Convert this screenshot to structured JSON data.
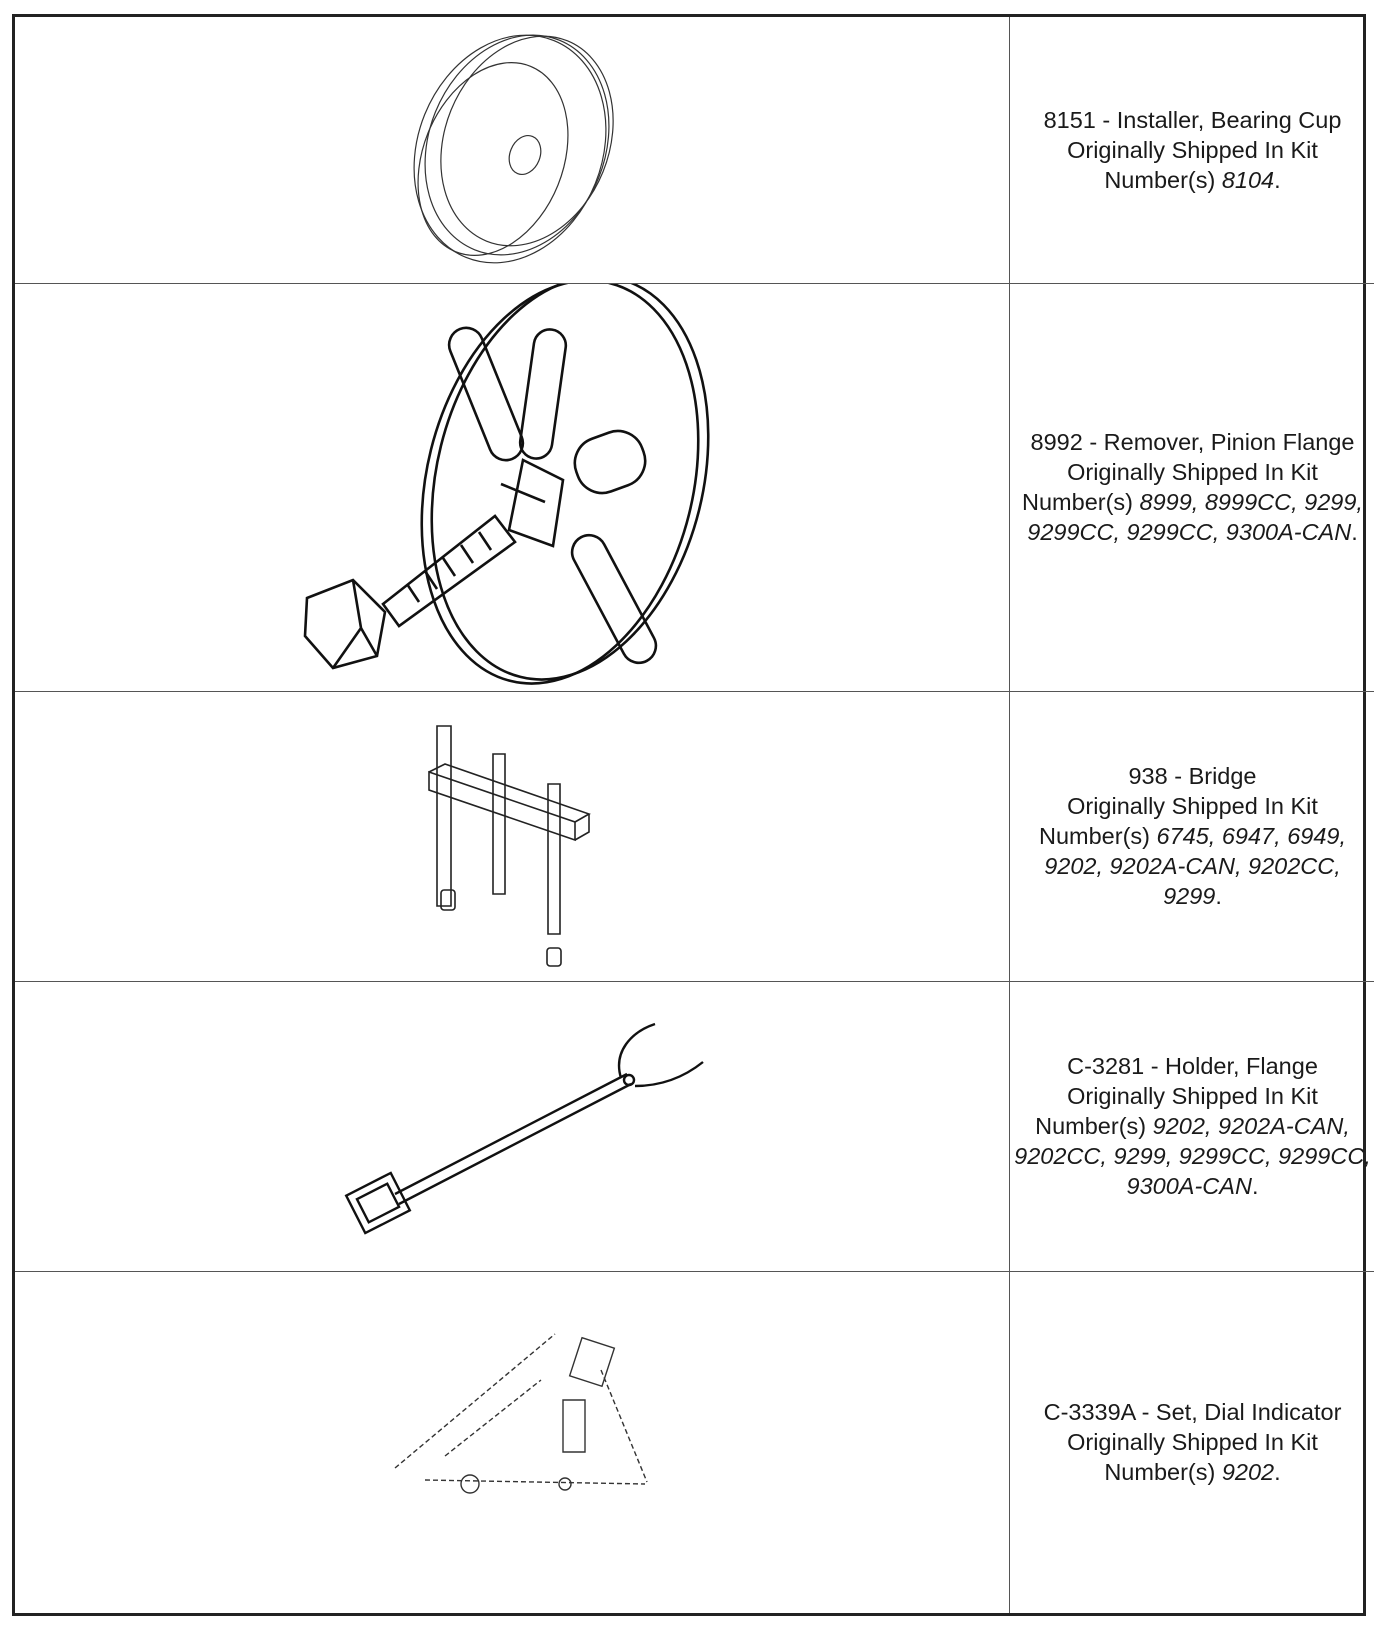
{
  "tools": [
    {
      "title": "8151 - Installer, Bearing Cup",
      "shipped": "Originally Shipped In Kit",
      "number_label": "Number(s)",
      "kits": "8104",
      "end": "."
    },
    {
      "title": "8992 - Remover, Pinion Flange",
      "shipped": "Originally Shipped In Kit",
      "number_label": "Number(s)",
      "kits": "8999, 8999CC, 9299, 9299CC, 9299CC, 9300A-CAN",
      "end": "."
    },
    {
      "title": "938 - Bridge",
      "shipped": "Originally Shipped In Kit",
      "number_label": "Number(s)",
      "kits": "6745, 6947, 6949, 9202, 9202A-CAN, 9202CC, 9299",
      "end": "."
    },
    {
      "title": "C-3281 - Holder, Flange",
      "shipped": "Originally Shipped In Kit",
      "number_label": "Number(s)",
      "kits": "9202, 9202A-CAN, 9202CC, 9299, 9299CC, 9299CC, 9300A-CAN",
      "end": "."
    },
    {
      "title": "C-3339A - Set, Dial Indicator",
      "shipped": "Originally Shipped In Kit",
      "number_label": "Number(s)",
      "kits": "9202",
      "end": "."
    }
  ]
}
